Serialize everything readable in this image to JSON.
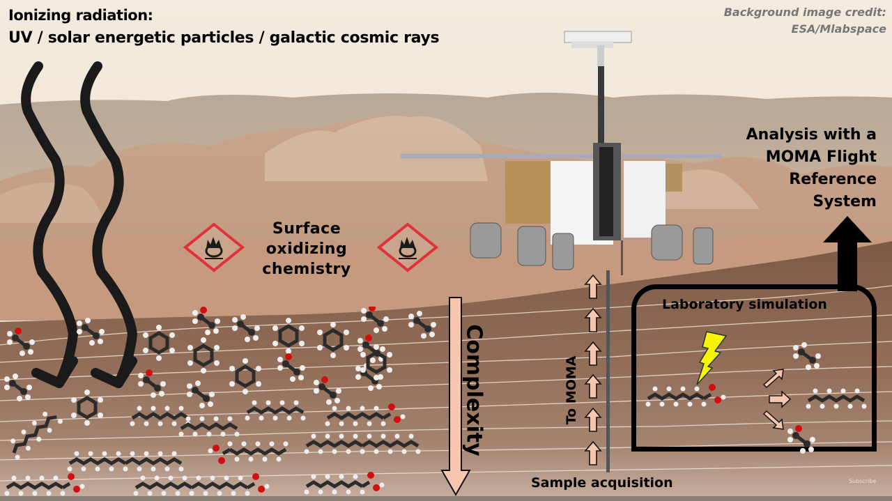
{
  "header": {
    "radiation_title": "Ionizing radiation:",
    "radiation_sources": "UV / solar energetic particles / galactic cosmic rays"
  },
  "credit": {
    "line1": "Background image credit:",
    "line2": "ESA/Mlabspace"
  },
  "analysis": {
    "lines": [
      "Analysis with a",
      "MOMA Flight",
      "Reference",
      "System"
    ]
  },
  "surface_chemistry": {
    "lines": [
      "Surface",
      "oxidizing",
      "chemistry"
    ],
    "hazard_icon": "oxidizer-ghs-icon",
    "hazard_border_color": "#e0313a"
  },
  "complexity_label": "Complexity",
  "to_moma_label": "To MOMA",
  "sample_acquisition_label": "Sample acquisition",
  "lab_simulation": {
    "title": "Laboratory simulation",
    "energy_icon": "lightning-bolt-icon",
    "energy_color": "#f5f500",
    "products": [
      "ethane",
      "hexane",
      "ethanol"
    ],
    "parent": "carboxylic-acid"
  },
  "watermark": "Subscribe",
  "colors": {
    "arrow_fill": "#f6c7ae",
    "sky": "#f1e6d6",
    "subsurface": "#8f6c58",
    "black": "#000000"
  },
  "molecule_rows": [
    [
      "ethanol",
      "ethane",
      "toluene",
      "toluene",
      "ethanol",
      "ethane"
    ],
    [
      "ethane",
      "naphthalene",
      "ethanol",
      "ethanol",
      "ethane",
      "naphthalene"
    ],
    [
      "hexane",
      "naphthalene",
      "dodecane",
      "octane",
      "nonanoic-acid"
    ],
    [
      "branched-alkane",
      "octanoic-acid",
      "pristane"
    ],
    [
      "dodecanoic-acid",
      "hexadecanoic-acid",
      "tetradecanoic-acid"
    ]
  ]
}
